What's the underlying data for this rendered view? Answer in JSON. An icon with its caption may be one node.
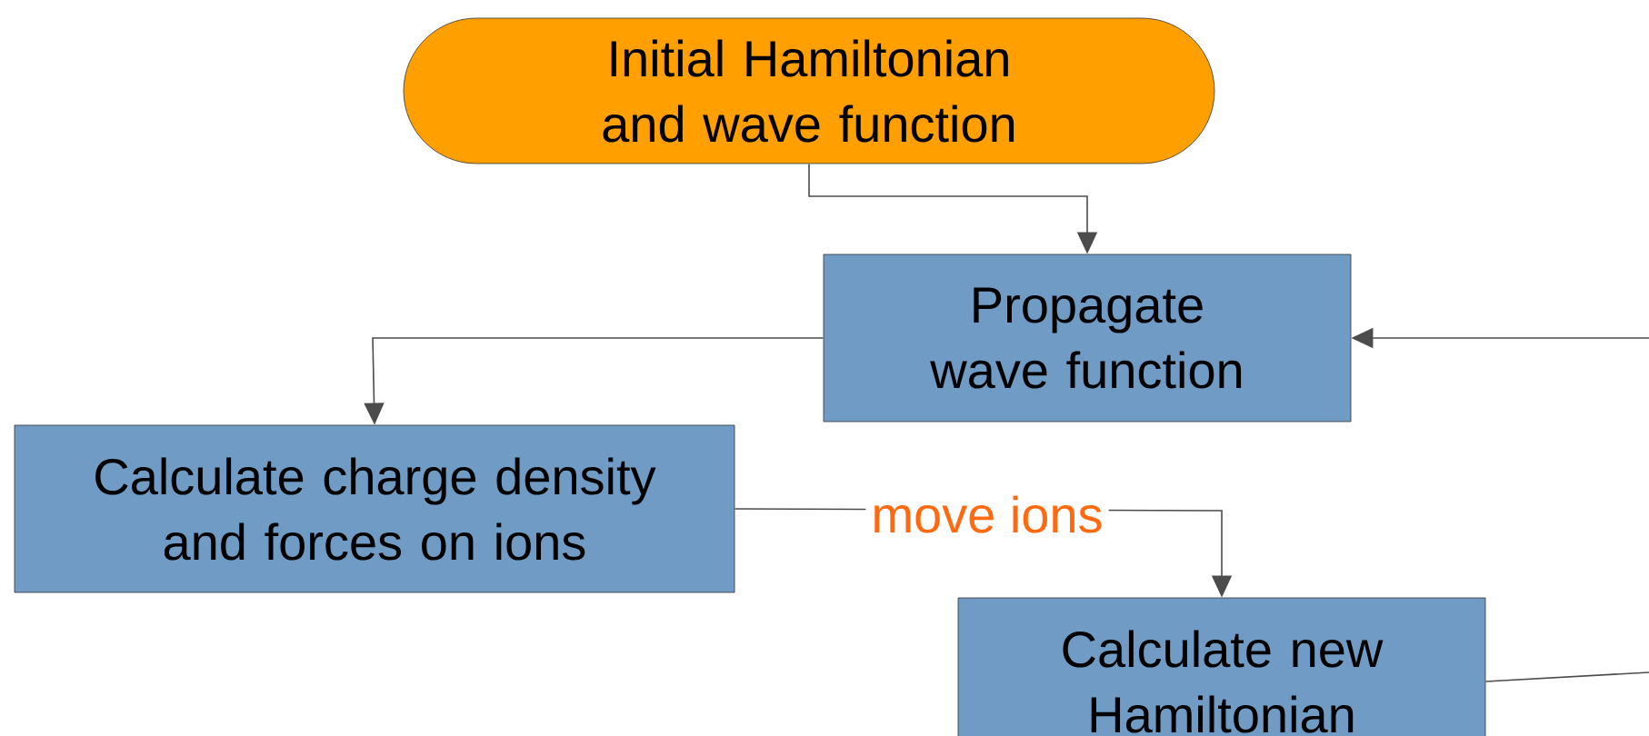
{
  "diagram": {
    "nodes": [
      {
        "text": [
          "Initial Hamiltonian and wave function"
        ]
      },
      {
        "text": [
          "Propagate wave function"
        ]
      },
      {
        "text": [
          "Calculate charge density and forces on ions"
        ]
      },
      {
        "text": [
          "Calculate new Hamiltonian"
        ]
      }
    ],
    "edges": [
      {
        "from": 0,
        "to": 1,
        "arrow": "to"
      },
      {
        "from": 1,
        "to": 2,
        "arrow": "to"
      },
      {
        "from": 2,
        "to": 3,
        "arrow": "to",
        "label": "move ions"
      },
      {
        "from": 3,
        "to": null,
        "arrow": "none"
      },
      {
        "from": null,
        "to": 1,
        "arrow": "to"
      }
    ]
  }
}
